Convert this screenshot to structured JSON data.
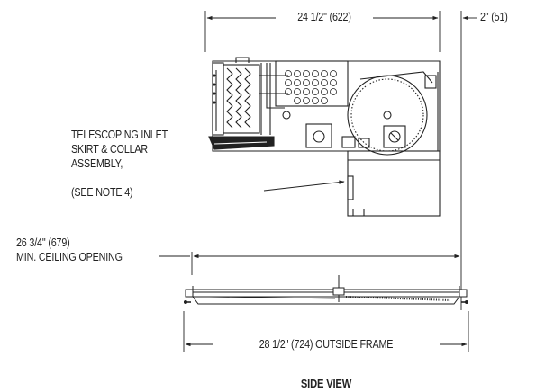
{
  "dimensions": {
    "top_width": "24 1/2\" (622)",
    "top_right_offset": "2\" (51)",
    "ceiling_opening": {
      "line1": "26 3/4\" (679)",
      "line2": "MIN. CEILING OPENING"
    },
    "outside_frame": "28 1/2\" (724) OUTSIDE FRAME"
  },
  "callout": {
    "lines": [
      "TELESCOPING INLET",
      "SKIRT & COLLAR",
      "ASSEMBLY,",
      "(SEE NOTE 4)"
    ]
  },
  "view_title": "SIDE VIEW"
}
